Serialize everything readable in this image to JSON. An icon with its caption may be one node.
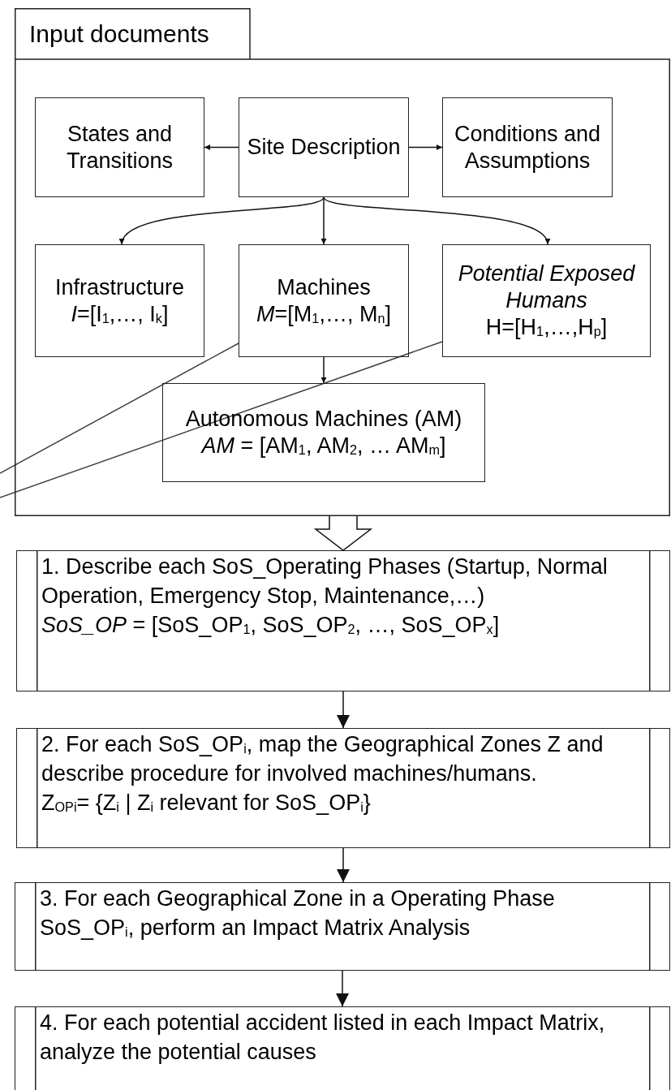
{
  "diagram": {
    "nodes": [
      {
        "text": [
          "Input documents"
        ]
      },
      {
        "text": [
          "States and Transitions"
        ],
        "in": 0
      },
      {
        "text": [
          "Site Description"
        ],
        "in": 0
      },
      {
        "text": [
          "Conditions and Assumptions"
        ],
        "in": 0
      },
      {
        "text": [
          "Infrastructure",
          "*I*=[I$_{1}$,…, I$_{k}$]"
        ],
        "in": 0
      },
      {
        "text": [
          "Machines",
          "*M*=[M$_{1}$,…, M$_{n}$]"
        ],
        "in": 0
      },
      {
        "text": [
          "Potential Exposed Humans",
          "H=[H$_{1}$,…,H$_{p}$]"
        ],
        "in": 0
      },
      {
        "text": [
          "Autonomous Machines (AM)",
          "*AM* = [AM$_{1}$, AM$_{2}$, … AM$_{m}$]"
        ],
        "in": 0
      },
      {
        "text": [
          "1. Describe each SoS_Operating Phases (Startup, Normal Operation, Emergency Stop, Maintenance,…)",
          "*SoS_OP* = [SoS_OP$_{1}$, SoS_OP$_{2}$, …, SoS_OP$_{x}$]"
        ]
      },
      {
        "text": [
          "2. For each SoS_OP$_{i}$, map the Geographical Zones Z and describe procedure for involved machines/humans.",
          "Z$_{OPi}$= {Z$_{i}$ | Z$_{i}$ relevant for SoS_OP$_{i}$}"
        ]
      },
      {
        "text": [
          "3. For each Geographical Zone in a Operating Phase SoS_OP$_{i}$, perform an Impact Matrix Analysis"
        ]
      },
      {
        "text": [
          "4. For each potential accident listed in each Impact Matrix, analyze the potential causes"
        ]
      }
    ],
    "edges": [
      {
        "from": 2,
        "to": 1,
        "arrow": "to"
      },
      {
        "from": 2,
        "to": 3,
        "arrow": "to"
      },
      {
        "from": 2,
        "to": 4,
        "arrow": "to"
      },
      {
        "from": 2,
        "to": 5,
        "arrow": "to"
      },
      {
        "from": 2,
        "to": 6,
        "arrow": "to"
      },
      {
        "from": 5,
        "to": 7,
        "arrow": "to"
      },
      {
        "from": 0,
        "to": 8,
        "arrow": "to",
        "style": "thick"
      },
      {
        "from": 8,
        "to": 9,
        "arrow": "to"
      },
      {
        "from": 9,
        "to": 10,
        "arrow": "to"
      },
      {
        "from": 10,
        "to": 11,
        "arrow": "to"
      },
      {
        "from": 5,
        "to": null,
        "arrow": "none",
        "color": "#404040"
      },
      {
        "from": 6,
        "to": null,
        "arrow": "none",
        "color": "#404040"
      }
    ]
  }
}
